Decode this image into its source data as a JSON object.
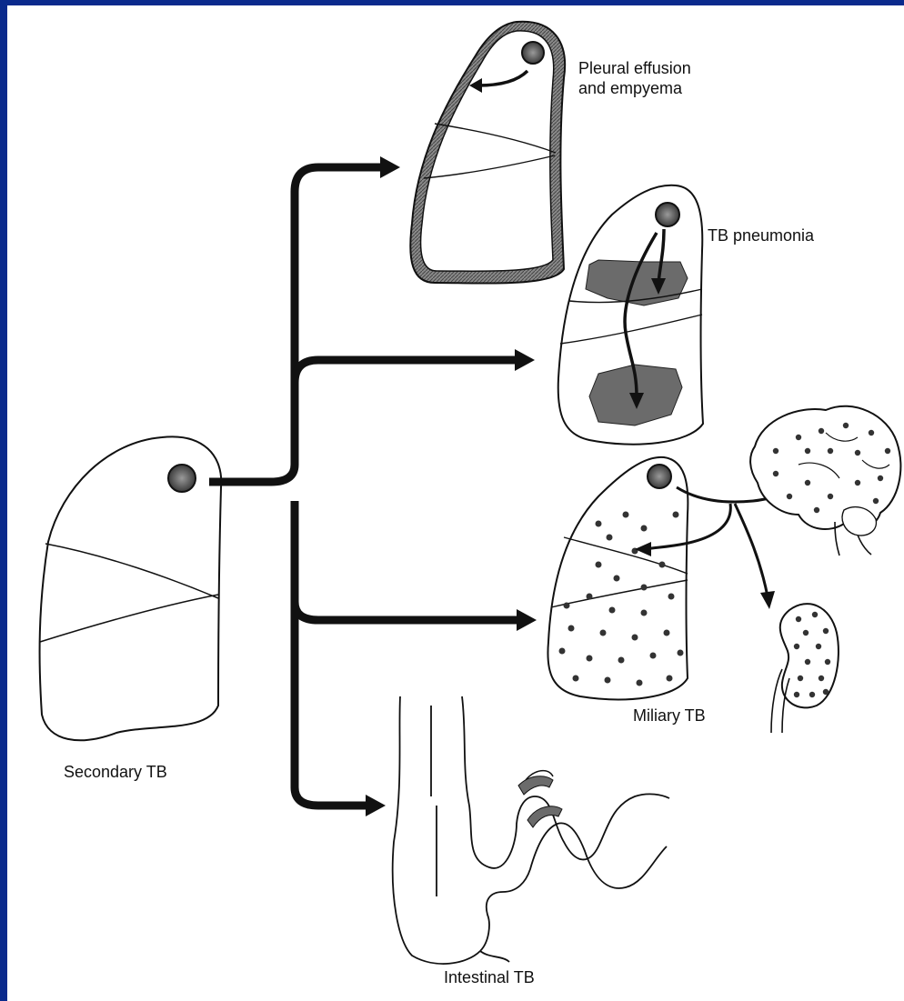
{
  "labels": {
    "pleural_line1": "Pleural effusion",
    "pleural_line2": "and empyema",
    "pneumonia": "TB pneumonia",
    "miliary": "Miliary TB",
    "secondary": "Secondary TB",
    "intestinal": "Intestinal TB"
  },
  "colors": {
    "background": "#0a2a8c",
    "ink": "#111111",
    "shading": "#6b6b6b"
  }
}
